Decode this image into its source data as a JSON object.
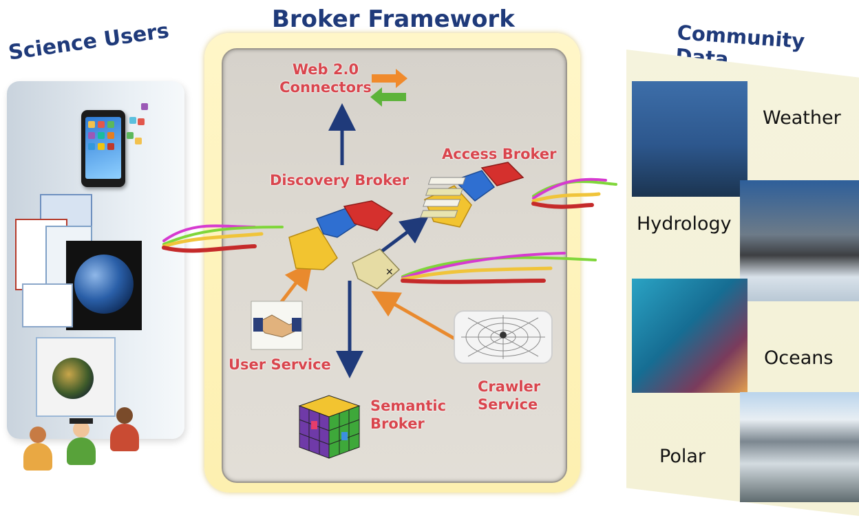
{
  "titles": {
    "broker_framework": "Broker Framework",
    "science_users": "Science Users",
    "community_data": "Community Data"
  },
  "broker": {
    "web_connectors": "Web 2.0 Connectors",
    "discovery_broker": "Discovery Broker",
    "access_broker": "Access Broker",
    "user_service": "User Service",
    "semantic_broker": "Semantic Broker",
    "crawler_service": "Crawler Service"
  },
  "community_data": {
    "weather": "Weather",
    "hydrology": "Hydrology",
    "oceans": "Oceans",
    "polar": "Polar"
  },
  "colors": {
    "title": "#1f3a7a",
    "broker_label": "#d9454d",
    "arrow_blue": "#1f3a7a",
    "arrow_orange": "#e98a2e"
  }
}
